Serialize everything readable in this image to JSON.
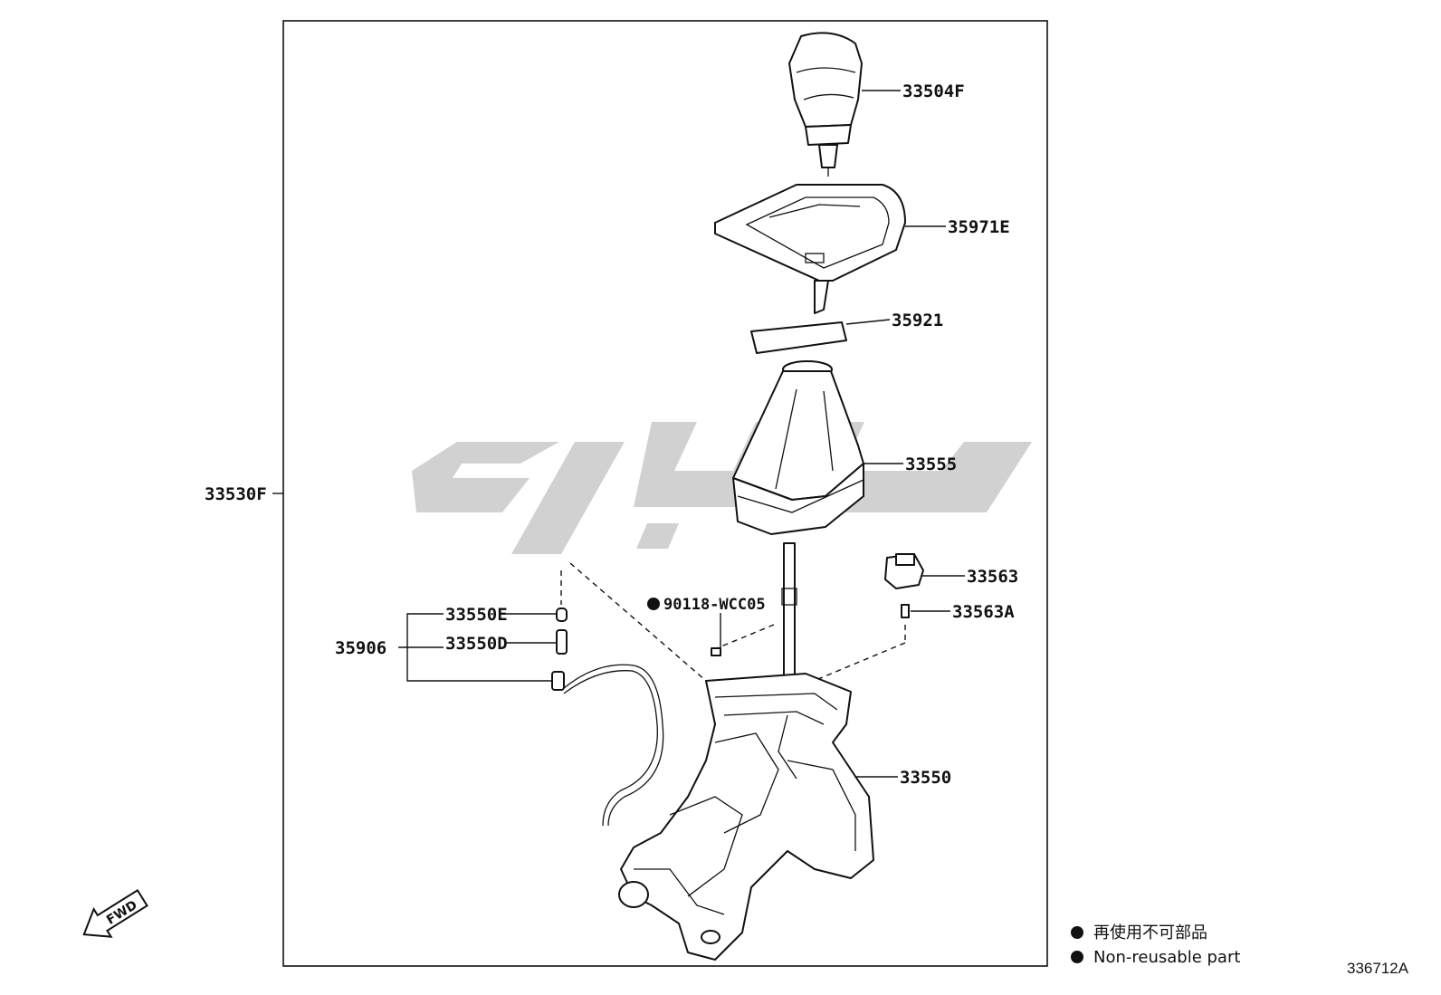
{
  "diagram": {
    "parts": {
      "knob": "33504F",
      "bezel": "35971E",
      "plate": "35921",
      "boot": "33555",
      "assembly": "33530F",
      "stopper": "33563",
      "stopper_bolt": "33563A",
      "screw": "90118-WCC05",
      "pin_e": "33550E",
      "pin_d": "33550D",
      "cable": "35906",
      "shift_lever": "33550"
    },
    "fwd_label": "FWD",
    "legend": {
      "jp": "再使用不可部品",
      "en": "Non-reusable part"
    },
    "figure_number": "336712A"
  }
}
